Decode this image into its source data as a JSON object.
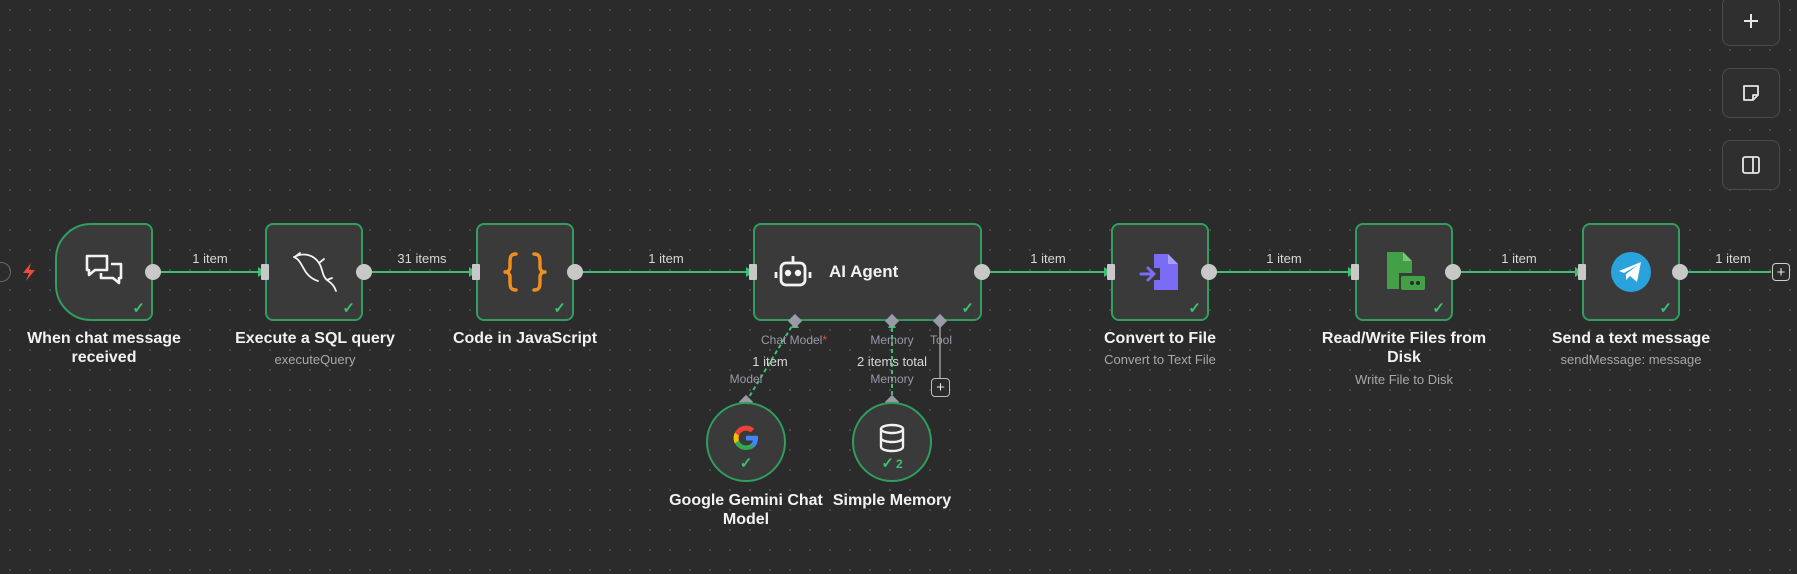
{
  "canvas": {
    "connections": {
      "trigger_to_sql": "1 item",
      "sql_to_code": "31 items",
      "code_to_agent": "1 item",
      "agent_to_convert": "1 item",
      "convert_to_rw": "1 item",
      "rw_to_telegram": "1 item",
      "telegram_out": "1 item",
      "model_to_agent": "1 item",
      "memory_to_agent": "2 items total"
    },
    "nodes": {
      "trigger": {
        "title": "When chat message received",
        "icon": "chat-icon"
      },
      "sql": {
        "title": "Execute a SQL query",
        "subtitle": "executeQuery",
        "icon": "mysql-dolphin-icon"
      },
      "code": {
        "title": "Code in JavaScript",
        "icon": "curly-braces-icon"
      },
      "agent": {
        "title": "AI Agent",
        "icon": "robot-icon",
        "ports": {
          "chat_model": "Chat Model",
          "required_mark": "*",
          "memory": "Memory",
          "tool": "Tool"
        }
      },
      "convert": {
        "title": "Convert to File",
        "subtitle": "Convert to Text File",
        "icon": "convert-file-icon"
      },
      "rw": {
        "title": "Read/Write Files from Disk",
        "subtitle": "Write File to Disk",
        "icon": "file-disk-icon"
      },
      "telegram": {
        "title": "Send a text message",
        "subtitle": "sendMessage: message",
        "icon": "telegram-icon"
      },
      "gemini": {
        "title": "Google Gemini Chat Model",
        "port_label": "Model",
        "icon": "google-g-icon"
      },
      "memory": {
        "title": "Simple Memory",
        "port_label": "Memory",
        "run_count": "2",
        "icon": "database-icon"
      }
    }
  },
  "sidebar": {
    "buttons": [
      {
        "name": "add-node",
        "icon": "plus-icon"
      },
      {
        "name": "sticky-note",
        "icon": "note-icon"
      },
      {
        "name": "toggle-panel",
        "icon": "panel-icon"
      }
    ]
  },
  "colors": {
    "background": "#2b2b2b",
    "node": "#3a3a3a",
    "success": "#2f9e5e",
    "connection": "#3fbf72",
    "orange": "#f0901c",
    "purple": "#7b6cf6",
    "telegram": "#2aa3dd",
    "trigger_bolt": "#ef4b3c"
  }
}
